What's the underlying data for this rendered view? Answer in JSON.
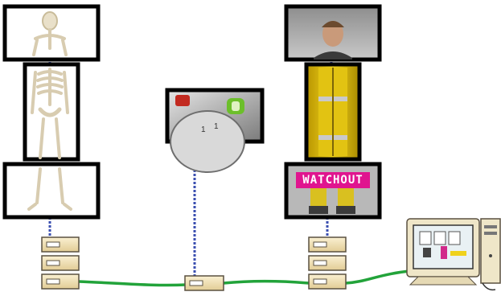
{
  "diagram": {
    "watchout_label": "WATCHOUT",
    "colors": {
      "network_cable": "#22a33a",
      "video_cable": "#3b4fb0",
      "frame": "#000000",
      "unit_face": "#f1e1b7",
      "overlay_label_bg": "#e0158f"
    },
    "icons": {
      "display_unit": "rack-unit-icon",
      "production_computer": "desktop-computer-icon",
      "skeleton_image": "skeleton-image",
      "firefighter_image": "firefighter-image",
      "gauge_image": "gauge-image"
    }
  }
}
